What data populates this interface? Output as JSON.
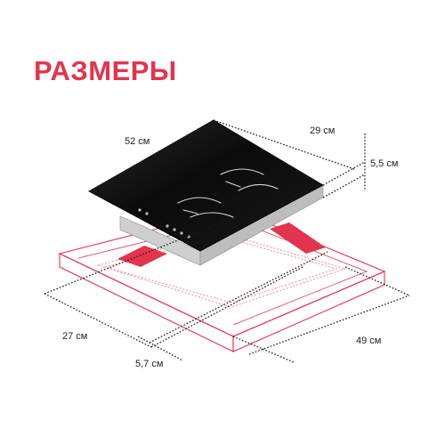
{
  "title": "РАЗМЕРЫ",
  "dimensions": {
    "hob_length": "52 см",
    "hob_width": "29 см",
    "hob_height": "5,5 см",
    "cutout_length": "49 см",
    "cutout_width": "27 см",
    "offset": "5,7 см"
  },
  "colors": {
    "accent": "#e3344d",
    "glass": "#0d0d0d",
    "dimension_line": "#1d1d1d"
  },
  "icons": [
    "hob-diagram-icon"
  ]
}
